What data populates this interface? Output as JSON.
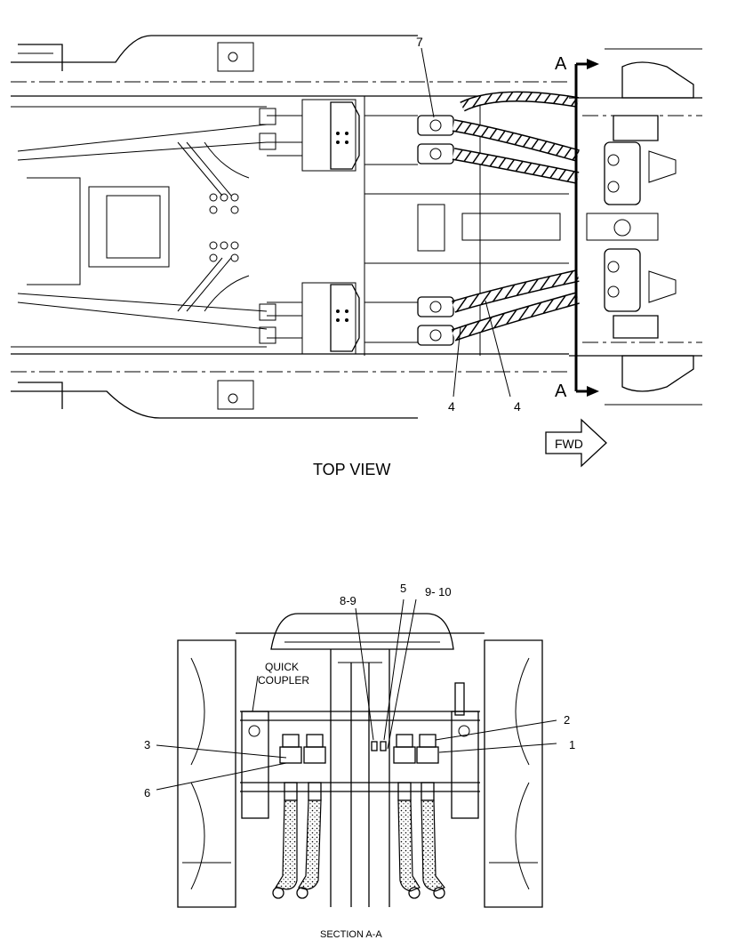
{
  "top_view": {
    "title": "TOP VIEW",
    "direction_label": "FWD",
    "section_marker": "A",
    "callouts": [
      "7",
      "4",
      "4"
    ]
  },
  "section_view": {
    "title": "SECTION A-A",
    "quick_coupler_label": [
      "QUICK",
      "COUPLER"
    ],
    "callouts": [
      "8-9",
      "5",
      "9- 10",
      "2",
      "1",
      "3",
      "6"
    ]
  }
}
